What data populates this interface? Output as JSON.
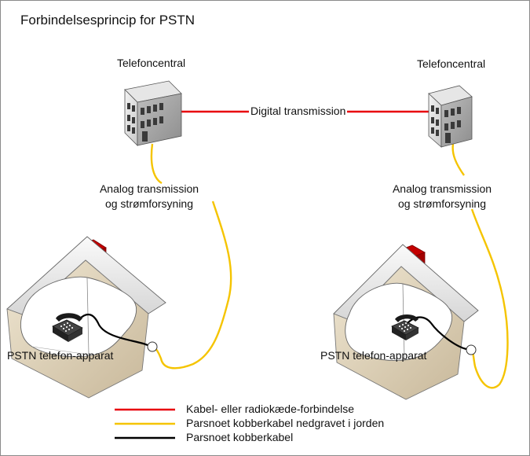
{
  "title": "Forbindelsesprincip for PSTN",
  "central_left_label": "Telefoncentral",
  "central_right_label": "Telefoncentral",
  "digital_label": "Digital transmission",
  "analog_left": {
    "line1": "Analog transmission",
    "line2": "og strømforsyning"
  },
  "analog_right": {
    "line1": "Analog transmission",
    "line2": "og strømforsyning"
  },
  "phone_left_label": "PSTN telefon-apparat",
  "phone_right_label": "PSTN telefon-apparat",
  "legend": [
    {
      "label": "Kabel- eller radiokæde-forbindelse",
      "color": "#e8000b"
    },
    {
      "label": "Parsnoet kobberkabel nedgravet i jorden",
      "color": "#f5c400"
    },
    {
      "label": "Parsnoet kobberkabel",
      "color": "#000000"
    }
  ],
  "colors": {
    "red": "#e8000b",
    "yellow": "#f5c400",
    "black": "#000000"
  }
}
